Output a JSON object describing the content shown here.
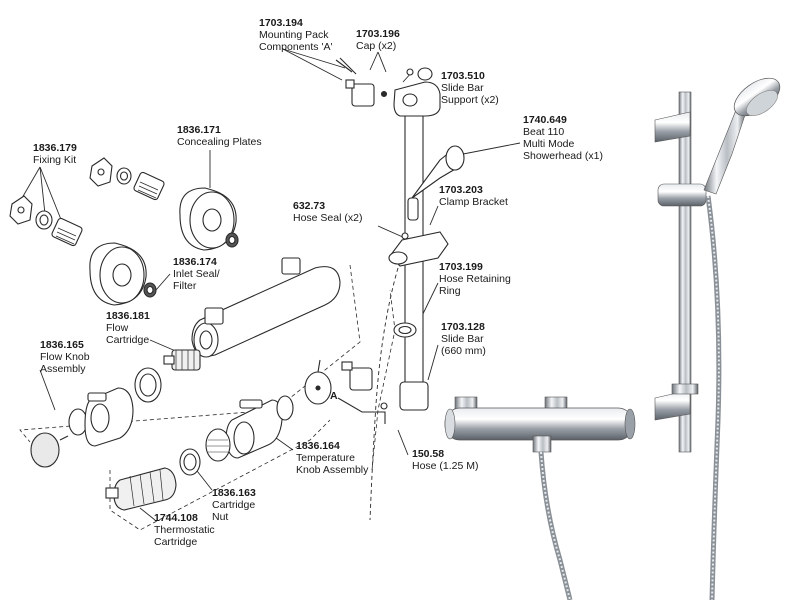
{
  "parts": [
    {
      "id": "p1703194",
      "number": "1703.194",
      "desc": [
        "Mounting Pack",
        "Components 'A'"
      ]
    },
    {
      "id": "p1703196",
      "number": "1703.196",
      "desc": [
        "Cap (x2)"
      ]
    },
    {
      "id": "p1703510",
      "number": "1703.510",
      "desc": [
        "Slide Bar",
        "Support (x2)"
      ]
    },
    {
      "id": "p1740649",
      "number": "1740.649",
      "desc": [
        "Beat 110",
        "Multi Mode",
        "Showerhead (x1)"
      ]
    },
    {
      "id": "p1836179",
      "number": "1836.179",
      "desc": [
        "Fixing Kit"
      ]
    },
    {
      "id": "p1836171",
      "number": "1836.171",
      "desc": [
        "Concealing Plates"
      ]
    },
    {
      "id": "p63273",
      "number": "632.73",
      "desc": [
        "Hose Seal (x2)"
      ]
    },
    {
      "id": "p1703203",
      "number": "1703.203",
      "desc": [
        "Clamp Bracket"
      ]
    },
    {
      "id": "p1836174",
      "number": "1836.174",
      "desc": [
        "Inlet Seal/",
        "Filter"
      ]
    },
    {
      "id": "p1703199",
      "number": "1703.199",
      "desc": [
        "Hose Retaining",
        "Ring"
      ]
    },
    {
      "id": "p1836181",
      "number": "1836.181",
      "desc": [
        "Flow",
        "Cartridge"
      ]
    },
    {
      "id": "p1703128",
      "number": "1703.128",
      "desc": [
        "Slide Bar",
        "(660 mm)"
      ]
    },
    {
      "id": "p1836165",
      "number": "1836.165",
      "desc": [
        "Flow Knob",
        "Assembly"
      ]
    },
    {
      "id": "p1836164",
      "number": "1836.164",
      "desc": [
        "Temperature",
        "Knob Assembly"
      ]
    },
    {
      "id": "p15058",
      "number": "150.58",
      "desc": [
        "Hose (1.25 M)"
      ]
    },
    {
      "id": "p1836163",
      "number": "1836.163",
      "desc": [
        "Cartridge",
        "Nut"
      ]
    },
    {
      "id": "p1744108",
      "number": "1744.108",
      "desc": [
        "Thermostatic",
        "Cartridge"
      ]
    }
  ],
  "markers": {
    "a": "A"
  },
  "colors": {
    "line": "#2a2a2a",
    "chrome": "#c8ccd0",
    "chrome_dark": "#7a8088",
    "text": "#1a1a1a"
  }
}
